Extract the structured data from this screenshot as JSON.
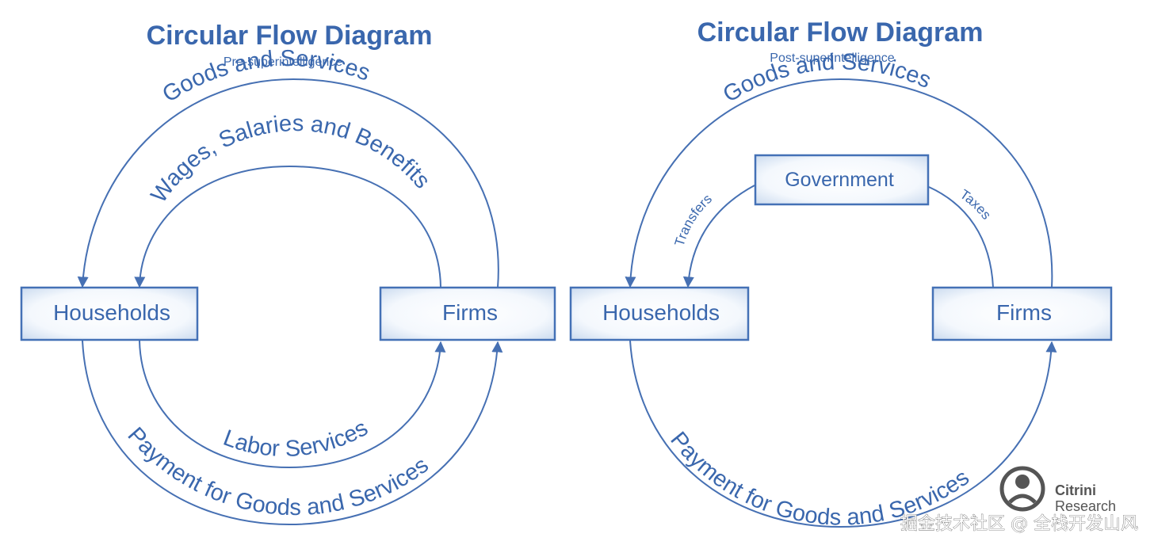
{
  "left": {
    "title": "Circular Flow Diagram",
    "subtitle": "Pre-superintelligence",
    "outer_top_label": "Goods and Services",
    "inner_top_label": "Wages, Salaries and Benefits",
    "inner_bottom_label": "Labor Services",
    "outer_bottom_label": "Payment for Goods and Services",
    "households": "Households",
    "firms": "Firms"
  },
  "right": {
    "title": "Circular Flow Diagram",
    "subtitle": "Post-superintelligence",
    "outer_top_label": "Goods and Services",
    "government": "Government",
    "transfers_label": "Transfers",
    "taxes_label": "Taxes",
    "outer_bottom_label": "Payment for Goods and Services",
    "households": "Households",
    "firms": "Firms"
  },
  "watermark": {
    "brand_line1": "Citrini",
    "brand_line2": "Research",
    "community": "掘金技术社区 @ 全栈开发山风"
  },
  "colors": {
    "primary": "#3a67ad",
    "box_fill_center": "#ffffff",
    "box_fill_edge": "#c9d9ee"
  }
}
